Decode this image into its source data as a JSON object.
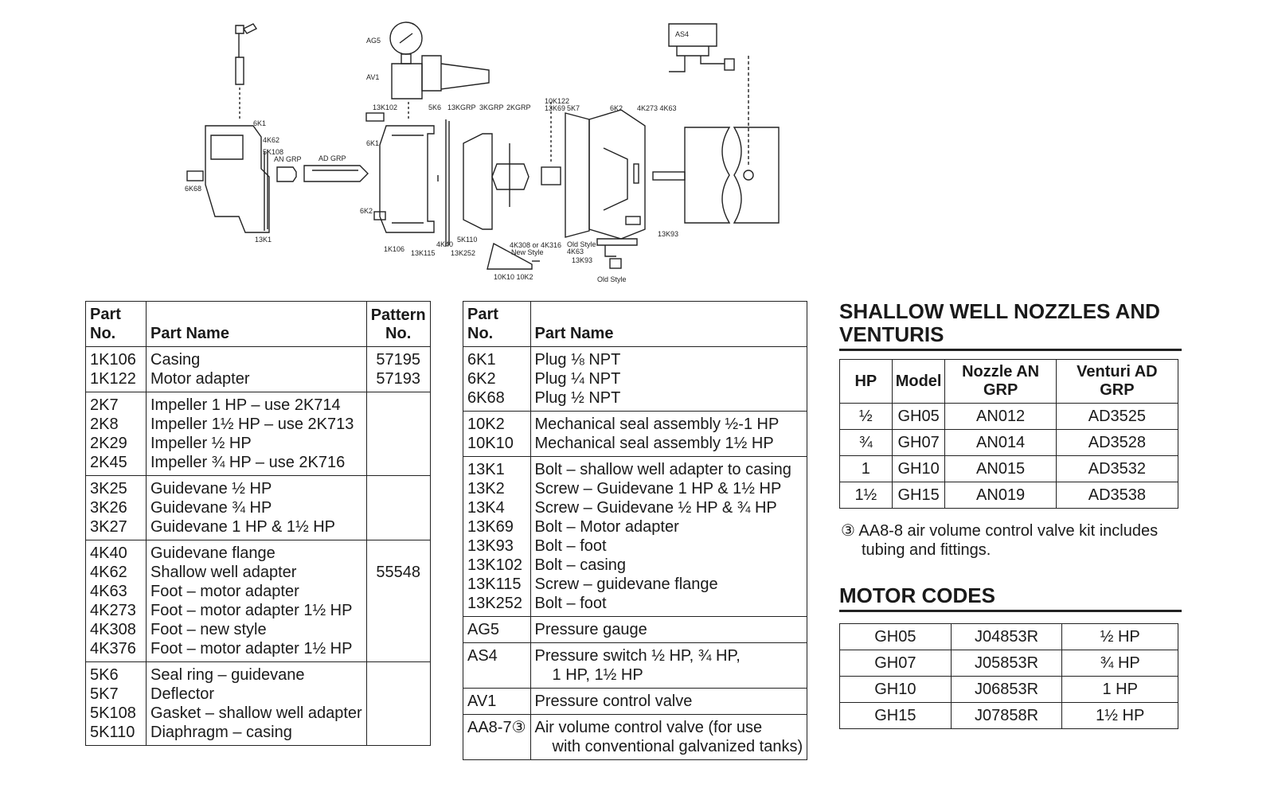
{
  "diagram": {
    "labels": [
      "AG5",
      "AV1",
      "AS4",
      "6K1",
      "4K62",
      "5K108",
      "AN GRP",
      "AD GRP",
      "6K68",
      "13K1",
      "13K102",
      "6K1",
      "6K2",
      "1K106",
      "13K115",
      "4K40",
      "13K252",
      "5K6",
      "13KGRP",
      "3KGRP",
      "2KGRP",
      "5K110",
      "4K308 or 4K316",
      "New Style",
      "10K10 10K2",
      "10K122",
      "13K69",
      "5K7",
      "6K2",
      "4K273 4K63",
      "13K93",
      "Old Style"
    ]
  },
  "table_left": {
    "headers": {
      "part_no": "Part No.",
      "part_name": "Part Name",
      "pattern_1": "Pattern",
      "pattern_2": "No."
    },
    "groups": [
      {
        "rows": [
          {
            "part_no": "1K106",
            "name": "Casing",
            "pattern": "57195"
          },
          {
            "part_no": "1K122",
            "name": "Motor adapter",
            "pattern": "57193"
          }
        ]
      },
      {
        "rows": [
          {
            "part_no": "2K7",
            "name": "Impeller 1 HP – use 2K714",
            "pattern": ""
          },
          {
            "part_no": "2K8",
            "name": "Impeller 1½ HP – use 2K713",
            "pattern": ""
          },
          {
            "part_no": "2K29",
            "name": "Impeller ½ HP",
            "pattern": ""
          },
          {
            "part_no": "2K45",
            "name": "Impeller ¾ HP – use 2K716",
            "pattern": ""
          }
        ]
      },
      {
        "rows": [
          {
            "part_no": "3K25",
            "name": "Guidevane ½ HP",
            "pattern": ""
          },
          {
            "part_no": "3K26",
            "name": "Guidevane ¾ HP",
            "pattern": ""
          },
          {
            "part_no": "3K27",
            "name": "Guidevane 1 HP & 1½ HP",
            "pattern": ""
          }
        ]
      },
      {
        "rows": [
          {
            "part_no": "4K40",
            "name": "Guidevane flange",
            "pattern": ""
          },
          {
            "part_no": "4K62",
            "name": "Shallow well adapter",
            "pattern": "55548"
          },
          {
            "part_no": "4K63",
            "name": "Foot – motor adapter",
            "pattern": ""
          },
          {
            "part_no": "4K273",
            "name": "Foot – motor adapter 1½ HP",
            "pattern": ""
          },
          {
            "part_no": "4K308",
            "name": "Foot – new style",
            "pattern": ""
          },
          {
            "part_no": "4K376",
            "name": "Foot – motor adapter 1½ HP",
            "pattern": ""
          }
        ]
      },
      {
        "rows": [
          {
            "part_no": "5K6",
            "name": "Seal ring – guidevane",
            "pattern": ""
          },
          {
            "part_no": "5K7",
            "name": "Deflector",
            "pattern": ""
          },
          {
            "part_no": "5K108",
            "name": "Gasket – shallow well adapter",
            "pattern": ""
          },
          {
            "part_no": "5K110",
            "name": "Diaphragm – casing",
            "pattern": ""
          }
        ]
      }
    ]
  },
  "table_middle": {
    "headers": {
      "part_no": "Part No.",
      "part_name": "Part Name"
    },
    "groups": [
      {
        "rows": [
          {
            "part_no": "6K1",
            "name": "Plug ⅛ NPT"
          },
          {
            "part_no": "6K2",
            "name": "Plug ¼ NPT"
          },
          {
            "part_no": "6K68",
            "name": "Plug ½ NPT"
          }
        ]
      },
      {
        "rows": [
          {
            "part_no": "10K2",
            "name": "Mechanical seal assembly ½-1 HP"
          },
          {
            "part_no": "10K10",
            "name": "Mechanical seal assembly 1½ HP"
          }
        ]
      },
      {
        "rows": [
          {
            "part_no": "13K1",
            "name": "Bolt – shallow well adapter to casing"
          },
          {
            "part_no": "13K2",
            "name": "Screw – Guidevane 1 HP & 1½ HP"
          },
          {
            "part_no": "13K4",
            "name": "Screw – Guidevane ½ HP & ¾ HP"
          },
          {
            "part_no": "13K69",
            "name": "Bolt – Motor adapter"
          },
          {
            "part_no": "13K93",
            "name": "Bolt – foot"
          },
          {
            "part_no": "13K102",
            "name": "Bolt – casing"
          },
          {
            "part_no": "13K115",
            "name": "Screw – guidevane flange"
          },
          {
            "part_no": "13K252",
            "name": "Bolt – foot"
          }
        ]
      },
      {
        "rows": [
          {
            "part_no": "AG5",
            "name": "Pressure gauge"
          }
        ]
      },
      {
        "rows": [
          {
            "part_no": "AS4",
            "name": "Pressure switch ½ HP, ¾ HP,"
          },
          {
            "part_no": "",
            "name": "1 HP, 1½ HP",
            "cont": true
          }
        ]
      },
      {
        "rows": [
          {
            "part_no": "AV1",
            "name": "Pressure control valve"
          }
        ]
      },
      {
        "rows": [
          {
            "part_no": "AA8-7③",
            "name": "Air volume control valve (for use"
          },
          {
            "part_no": "",
            "name": "with conventional galvanized tanks)",
            "cont": true
          }
        ]
      }
    ]
  },
  "nozzles": {
    "title": "SHALLOW WELL NOZZLES AND VENTURIS",
    "headers": [
      "HP",
      "Model",
      "Nozzle AN GRP",
      "Venturi AD GRP"
    ],
    "rows": [
      [
        "½",
        "GH05",
        "AN012",
        "AD3525"
      ],
      [
        "¾",
        "GH07",
        "AN014",
        "AD3528"
      ],
      [
        "1",
        "GH10",
        "AN015",
        "AD3532"
      ],
      [
        "1½",
        "GH15",
        "AN019",
        "AD3538"
      ]
    ],
    "footnote_line1": "③ AA8-8 air volume control valve kit includes",
    "footnote_line2": "tubing and fittings."
  },
  "motor_codes": {
    "title": "MOTOR CODES",
    "rows": [
      [
        "GH05",
        "J04853R",
        "½ HP"
      ],
      [
        "GH07",
        "J05853R",
        "¾ HP"
      ],
      [
        "GH10",
        "J06853R",
        "1 HP"
      ],
      [
        "GH15",
        "J07858R",
        "1½ HP"
      ]
    ]
  }
}
